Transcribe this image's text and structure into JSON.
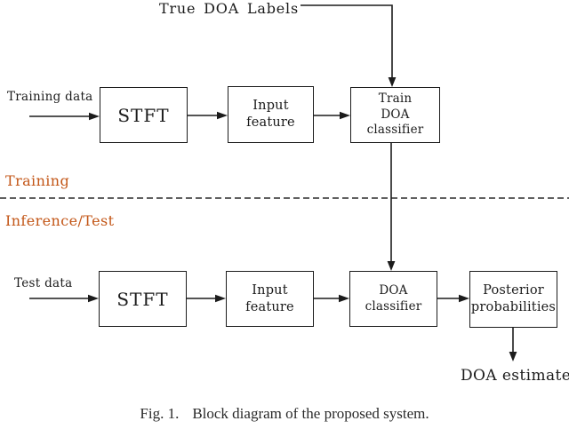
{
  "figure": {
    "true_doa_labels": "True DOA Labels",
    "section_labels": {
      "training": "Training",
      "inference": "Inference/Test"
    },
    "training_row": {
      "input_label": "Training data",
      "stft": "STFT",
      "input_feature": "Input feature",
      "classifier_line1": "Train",
      "classifier_line2": "DOA classifier"
    },
    "test_row": {
      "input_label": "Test data",
      "stft": "STFT",
      "input_feature": "Input feature",
      "classifier": "DOA classifier",
      "posterior_line1": "Posterior",
      "posterior_line2": "probabilities"
    },
    "output_label": "DOA estimate",
    "colors": {
      "line": "#1c1c1c",
      "section_label": "#c35617",
      "background": "#ffffff"
    }
  },
  "caption": {
    "fig_number": "Fig. 1.",
    "text": "Block diagram of the proposed system."
  }
}
